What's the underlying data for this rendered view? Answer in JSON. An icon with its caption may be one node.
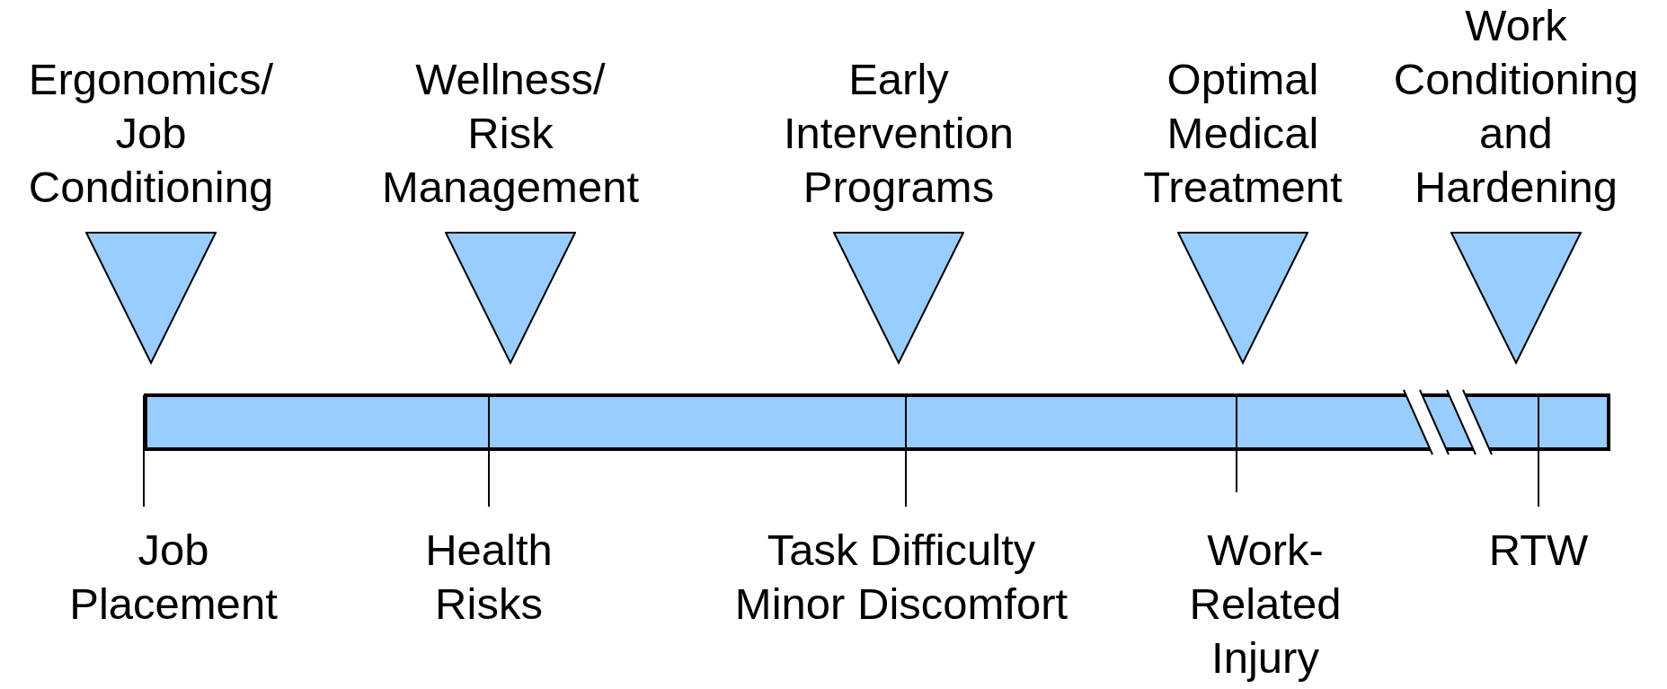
{
  "diagram": {
    "nodes": [
      {
        "text": [],
        "shape": "bar"
      },
      {
        "text": [
          "Ergonomics/ Job Conditioning"
        ]
      },
      {
        "text": [
          "Wellness/ Risk Management"
        ]
      },
      {
        "text": [
          "Early Intervention Programs"
        ]
      },
      {
        "text": [
          "Optimal Medical Treatment"
        ]
      },
      {
        "text": [
          "Work Conditioning and Hardening"
        ]
      }
    ],
    "edges": [],
    "labels": [
      "Job Placement",
      "Health Risks",
      "Task Difficulty Minor Discomfort",
      "Work-Related Injury",
      "RTW"
    ]
  }
}
